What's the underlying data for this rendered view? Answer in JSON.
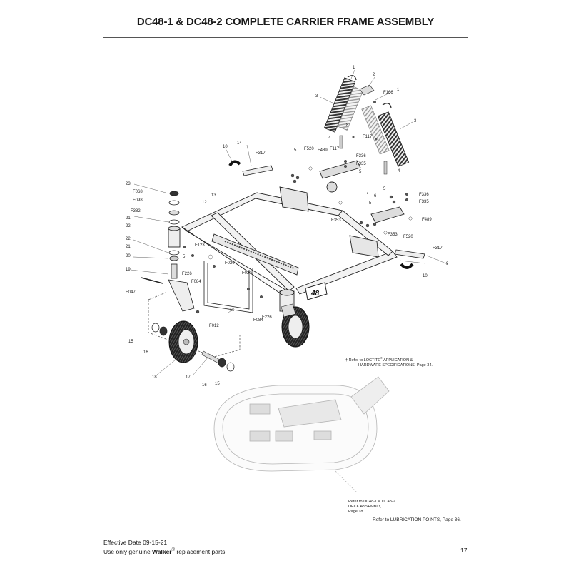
{
  "title": "DC48-1 & DC48-2 COMPLETE CARRIER FRAME ASSEMBLY",
  "callouts": [
    "1",
    "2",
    "3",
    "F166",
    "1",
    "3",
    "8",
    "4",
    "F117",
    "F117",
    "4",
    "10",
    "14",
    "F317",
    "5",
    "F520",
    "F489",
    "F336",
    "F335",
    "5",
    "23",
    "F068",
    "F098",
    "F382",
    "21",
    "22",
    "13",
    "12",
    "7",
    "5",
    "F336",
    "F335",
    "6",
    "F353",
    "5",
    "F489",
    "F353",
    "F520",
    "22",
    "21",
    "20",
    "19",
    "F047",
    "5",
    "F226",
    "F084",
    "F123",
    "F020",
    "F020",
    "F317",
    "9",
    "10",
    "F084",
    "F226",
    "11",
    "F012",
    "15",
    "16",
    "18",
    "17",
    "16",
    "15"
  ],
  "deck_badge": "48",
  "loctite_note": {
    "dagger": "†",
    "line1_a": "Refer to LOCTITE",
    "reg": "®",
    "line1_b": " APPLICATION &",
    "line2": "HARDWARE SPECIFICATIONS, Page 34."
  },
  "deck_note": [
    "Refer to DC48-1 & DC48-2",
    "DECK ASSEMBLY,",
    "Page 18"
  ],
  "lube_note": "Refer to LUBRICATION POINTS, Page 36.",
  "footer": {
    "effective": "Effective Date 09-15-21",
    "use_prefix": "Use only genuine ",
    "brand": "Walker",
    "reg": "®",
    "use_suffix": " replacement parts.",
    "page": "17"
  }
}
